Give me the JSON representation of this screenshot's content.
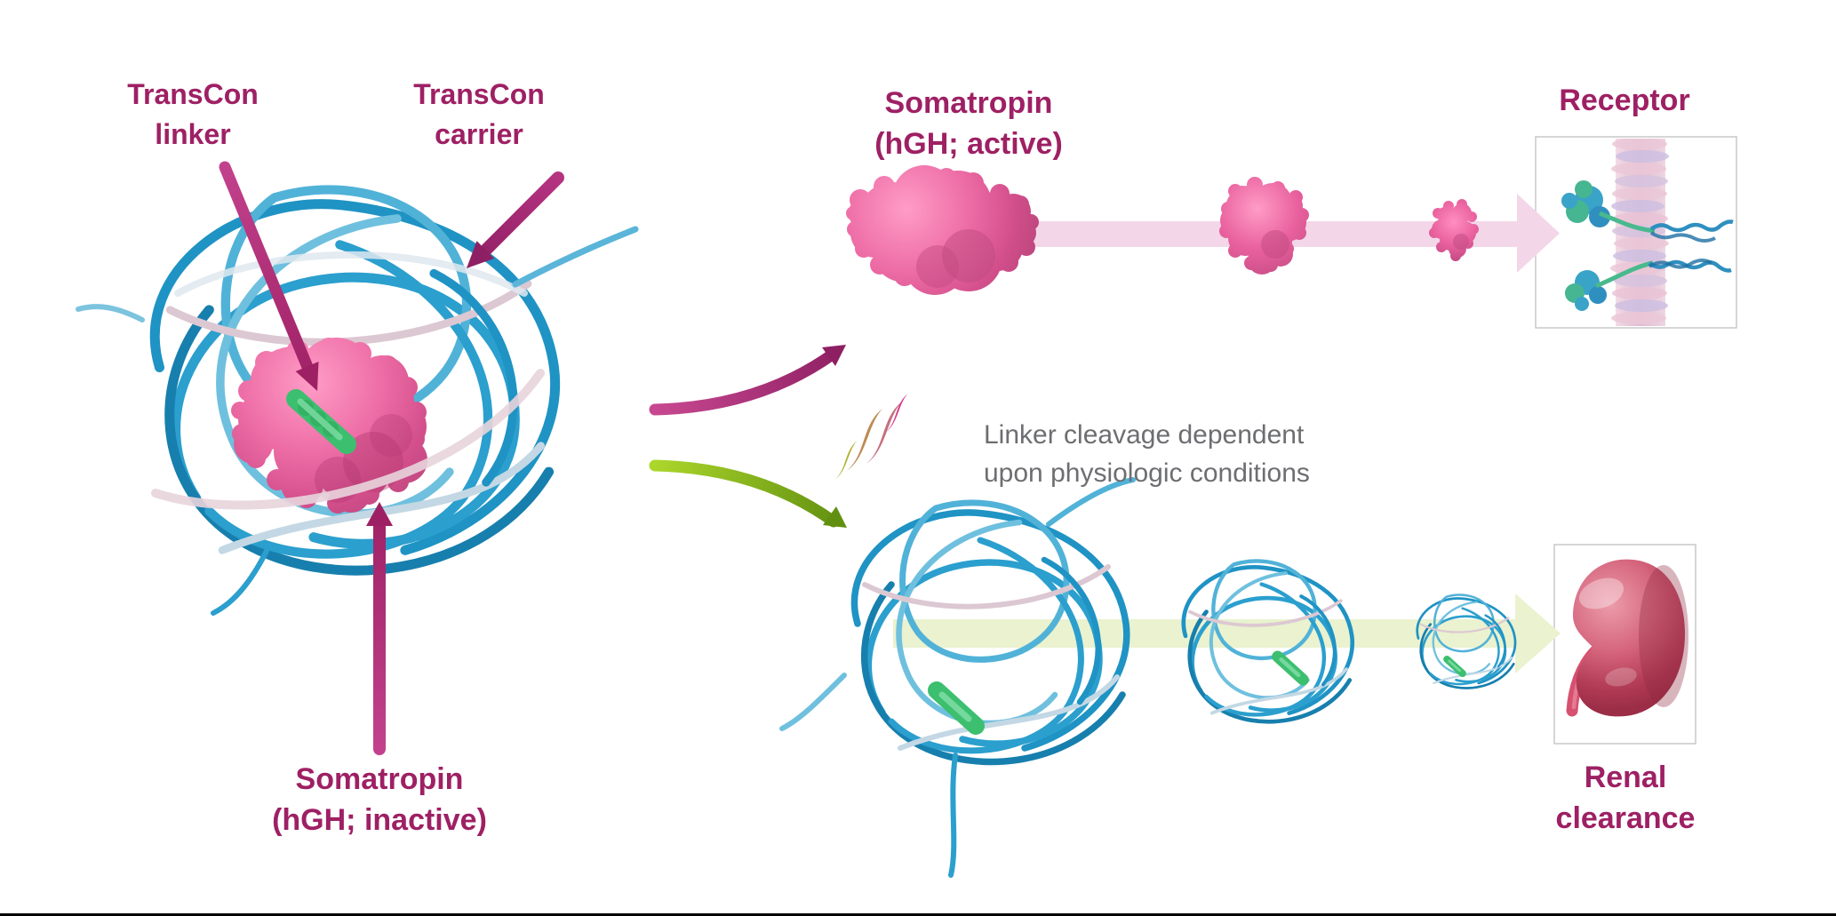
{
  "diagram": {
    "labels": {
      "transcon_linker": {
        "line1": "TransCon",
        "line2": "linker"
      },
      "transcon_carrier": {
        "line1": "TransCon",
        "line2": "carrier"
      },
      "somatropin_active": {
        "line1": "Somatropin",
        "line2": "(hGH; active)"
      },
      "somatropin_inactive": {
        "line1": "Somatropin",
        "line2": "(hGH; inactive)"
      },
      "receptor": "Receptor",
      "renal_clearance": {
        "line1": "Renal",
        "line2": "clearance"
      },
      "cleavage_note": {
        "line1": "Linker cleavage dependent",
        "line2": "upon physiologic conditions"
      }
    },
    "colors": {
      "label_magenta": "#9e2064",
      "note_gray": "#6d6e71",
      "active_pathway_band": "#f3d7e8",
      "renal_pathway_band": "#eaf2cf",
      "arrow_magenta_light": "#c74890",
      "arrow_magenta_dark": "#8e1f63",
      "arrow_green_light": "#abd62b",
      "arrow_green_dark": "#618f10",
      "carrier_strand_blue": "#1f93c4",
      "linker_green": "#3cbf6f",
      "somatropin_pink": "#ec6aa4",
      "kidney_red": "#c44a63",
      "bottom_rule_black": "#000000"
    }
  }
}
